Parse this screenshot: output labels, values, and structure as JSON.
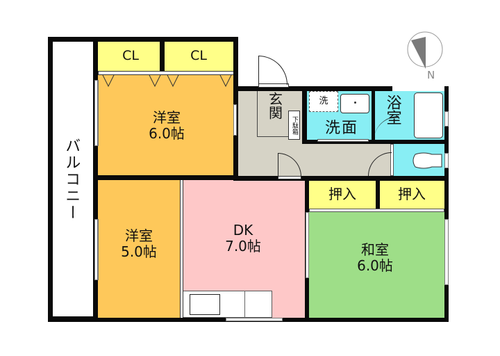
{
  "floorplan": {
    "compass": {
      "label": "N",
      "icon": "north-compass-icon"
    },
    "rooms": {
      "balcony": {
        "label": "バルコニー",
        "color": "#ffffff"
      },
      "closet1": {
        "label": "CL",
        "color": "#ffff88"
      },
      "closet2": {
        "label": "CL",
        "color": "#ffff88"
      },
      "western1": {
        "name": "洋室",
        "size": "6.0帖",
        "color": "#fec85a"
      },
      "western2": {
        "name": "洋室",
        "size": "5.0帖",
        "color": "#fec85a"
      },
      "dk": {
        "name": "DK",
        "size": "7.0帖",
        "color": "#fec8c8"
      },
      "japanese": {
        "name": "和室",
        "size": "6.0帖",
        "color": "#9ede88"
      },
      "oshiire1": {
        "label": "押入",
        "color": "#ffff88"
      },
      "oshiire2": {
        "label": "押入",
        "color": "#ffff88"
      },
      "entrance": {
        "label": "玄関",
        "color": "#d6d3c6"
      },
      "shoe_box": {
        "label": "下駄箱"
      },
      "washroom": {
        "label": "洗面",
        "color": "#88eef4"
      },
      "washer": {
        "label": "洗"
      },
      "bath": {
        "label": "浴室",
        "color": "#88eef4"
      },
      "toilet": {
        "color": "#88eef4"
      },
      "hall": {
        "color": "#d6d3c6"
      }
    },
    "colors": {
      "wall": "#0a0a0a",
      "background": "#ffffff"
    }
  }
}
